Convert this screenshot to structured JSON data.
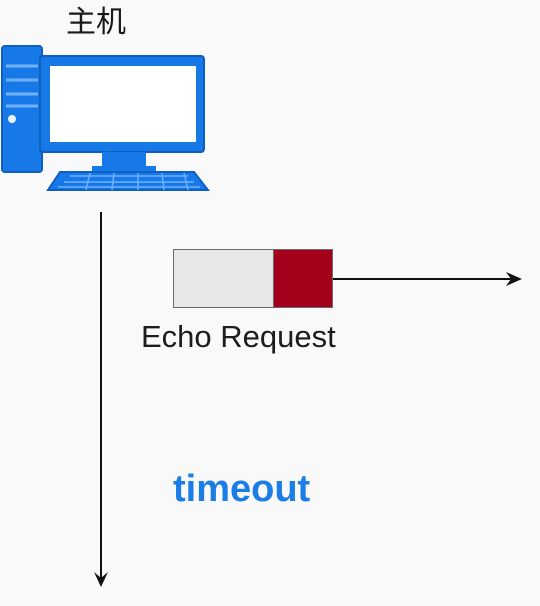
{
  "host": {
    "label": "主机",
    "icon": "desktop-computer-icon"
  },
  "packet": {
    "label": "Echo Request",
    "payload_color": "#e7e7e7",
    "header_color": "#a3001c"
  },
  "event": {
    "label": "timeout",
    "color": "#1a7ee6"
  },
  "colors": {
    "computer_blue": "#1778e8",
    "line": "#111111"
  }
}
